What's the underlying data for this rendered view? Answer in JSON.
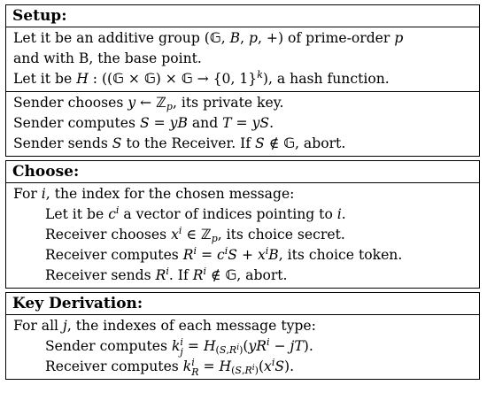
{
  "setup": {
    "title": "Setup:",
    "l1a": "Let it be an additive group ",
    "l1b": " of prime-order ",
    "l2": "and with B, the base point.",
    "l3a": "Let it be ",
    "l3b": ", a hash function.",
    "l4a": "Sender chooses ",
    "l4b": ", its private key.",
    "l5a": "Sender computes ",
    "l5b": " and ",
    "l6a": "Sender sends ",
    "l6b": " to the Receiver. If ",
    "l6c": ", abort."
  },
  "choose": {
    "title": "Choose:",
    "l1a": "For ",
    "l1b": ", the index for the chosen message:",
    "l2a": "Let it be ",
    "l2b": " a vector of indices pointing to ",
    "l3a": "Receiver chooses ",
    "l3b": ", its choice secret.",
    "l4a": "Receiver computes ",
    "l4b": ", its choice token.",
    "l5a": "Receiver sends ",
    "l5b": ". If ",
    "l5c": ", abort."
  },
  "derive": {
    "title": "Key Derivation:",
    "l1a": "For all ",
    "l1b": ", the indexes of each message type:",
    "l2a": "Sender computes ",
    "l3a": "Receiver computes "
  }
}
